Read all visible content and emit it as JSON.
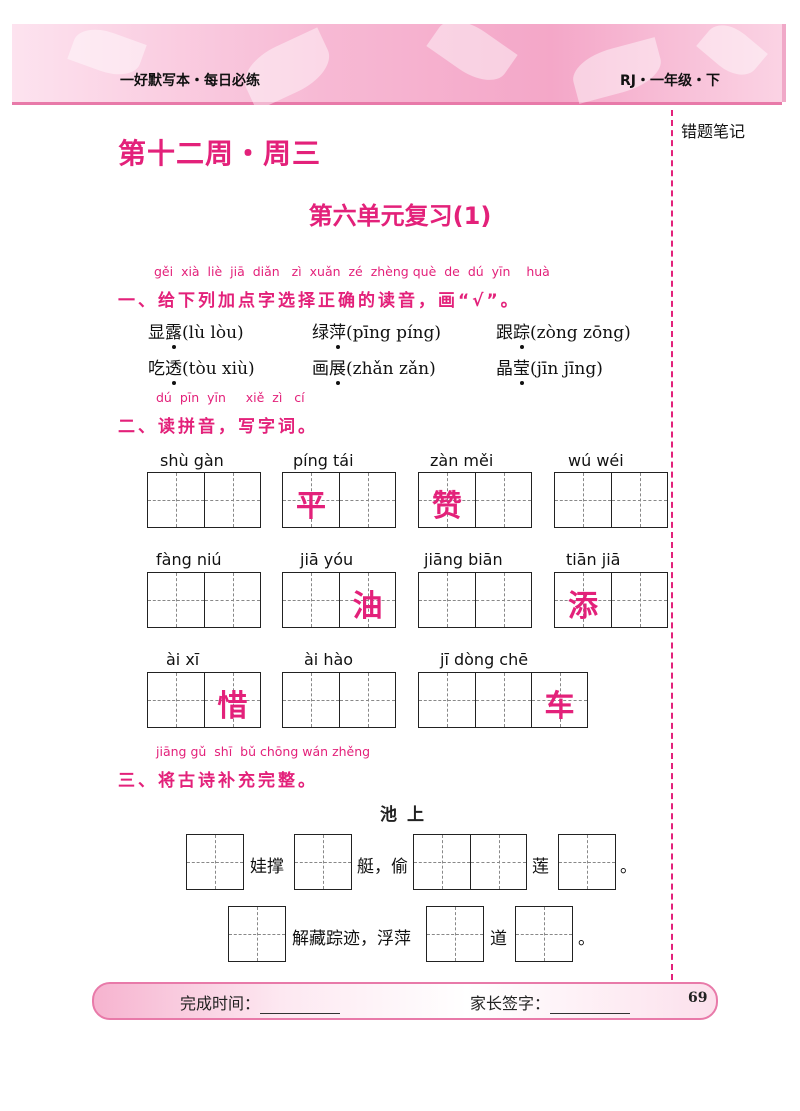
{
  "header": {
    "series": "一好默写本・每日必练",
    "edition": "RJ・一年级・下"
  },
  "side_notes_label": "错题笔记",
  "week_title": "第十二周・周三",
  "unit_title": "第六单元复习(1)",
  "section1": {
    "pinyin": [
      "gěi",
      "xià",
      "liè",
      "jiā",
      "diǎn",
      "zì",
      "xuǎn",
      "zé",
      "zhèng",
      "què",
      "de",
      "dú",
      "yīn",
      "huà"
    ],
    "title": "一、给下列加点字选择正确的读音，画“√”。",
    "items": [
      {
        "char": "显",
        "dotted": "露",
        "options": "(lù  lòu)"
      },
      {
        "char": "绿",
        "dotted": "萍",
        "options": "(pīng  píng)"
      },
      {
        "char": "跟",
        "dotted": "踪",
        "options": "(zòng  zōng)"
      },
      {
        "char": "吃",
        "dotted": "透",
        "options": "(tòu  xiù)"
      },
      {
        "char": "画",
        "dotted": "展",
        "options": "(zhǎn  zǎn)"
      },
      {
        "char": "晶",
        "dotted": "莹",
        "options": "(jīn  jīng)"
      }
    ]
  },
  "section2": {
    "pinyin": [
      "dú",
      "pīn",
      "yīn",
      "xiě",
      "zì",
      "cí"
    ],
    "title": "二、读拼音，写字词。",
    "words": [
      {
        "pinyin": "shù  gàn",
        "chars": [
          "",
          ""
        ]
      },
      {
        "pinyin": "píng  tái",
        "chars": [
          "平",
          ""
        ]
      },
      {
        "pinyin": "zàn  měi",
        "chars": [
          "赞",
          ""
        ]
      },
      {
        "pinyin": "wú  wéi",
        "chars": [
          "",
          ""
        ]
      },
      {
        "pinyin": "fàng  niú",
        "chars": [
          "",
          ""
        ]
      },
      {
        "pinyin": "jiā  yóu",
        "chars": [
          "",
          "油"
        ]
      },
      {
        "pinyin": "jiāng  biān",
        "chars": [
          "",
          ""
        ]
      },
      {
        "pinyin": "tiān  jiā",
        "chars": [
          "添",
          ""
        ]
      },
      {
        "pinyin": "ài  xī",
        "chars": [
          "",
          "惜"
        ]
      },
      {
        "pinyin": "ài  hào",
        "chars": [
          "",
          ""
        ]
      },
      {
        "pinyin": "jī  dòng  chē",
        "chars": [
          "",
          "",
          "车"
        ]
      }
    ]
  },
  "section3": {
    "pinyin": [
      "jiāng",
      "gǔ",
      "shī",
      "bǔ",
      "chōng",
      "wán",
      "zhěng"
    ],
    "title": "三、将古诗补充完整。",
    "poem_title": "池上",
    "line1": [
      "娃撑",
      "艇，偷",
      "莲",
      "。"
    ],
    "line2": [
      "解藏踪迹，浮萍",
      "道",
      "。"
    ]
  },
  "footer": {
    "time_label": "完成时间：",
    "sign_label": "家长签字：",
    "page": "69"
  }
}
